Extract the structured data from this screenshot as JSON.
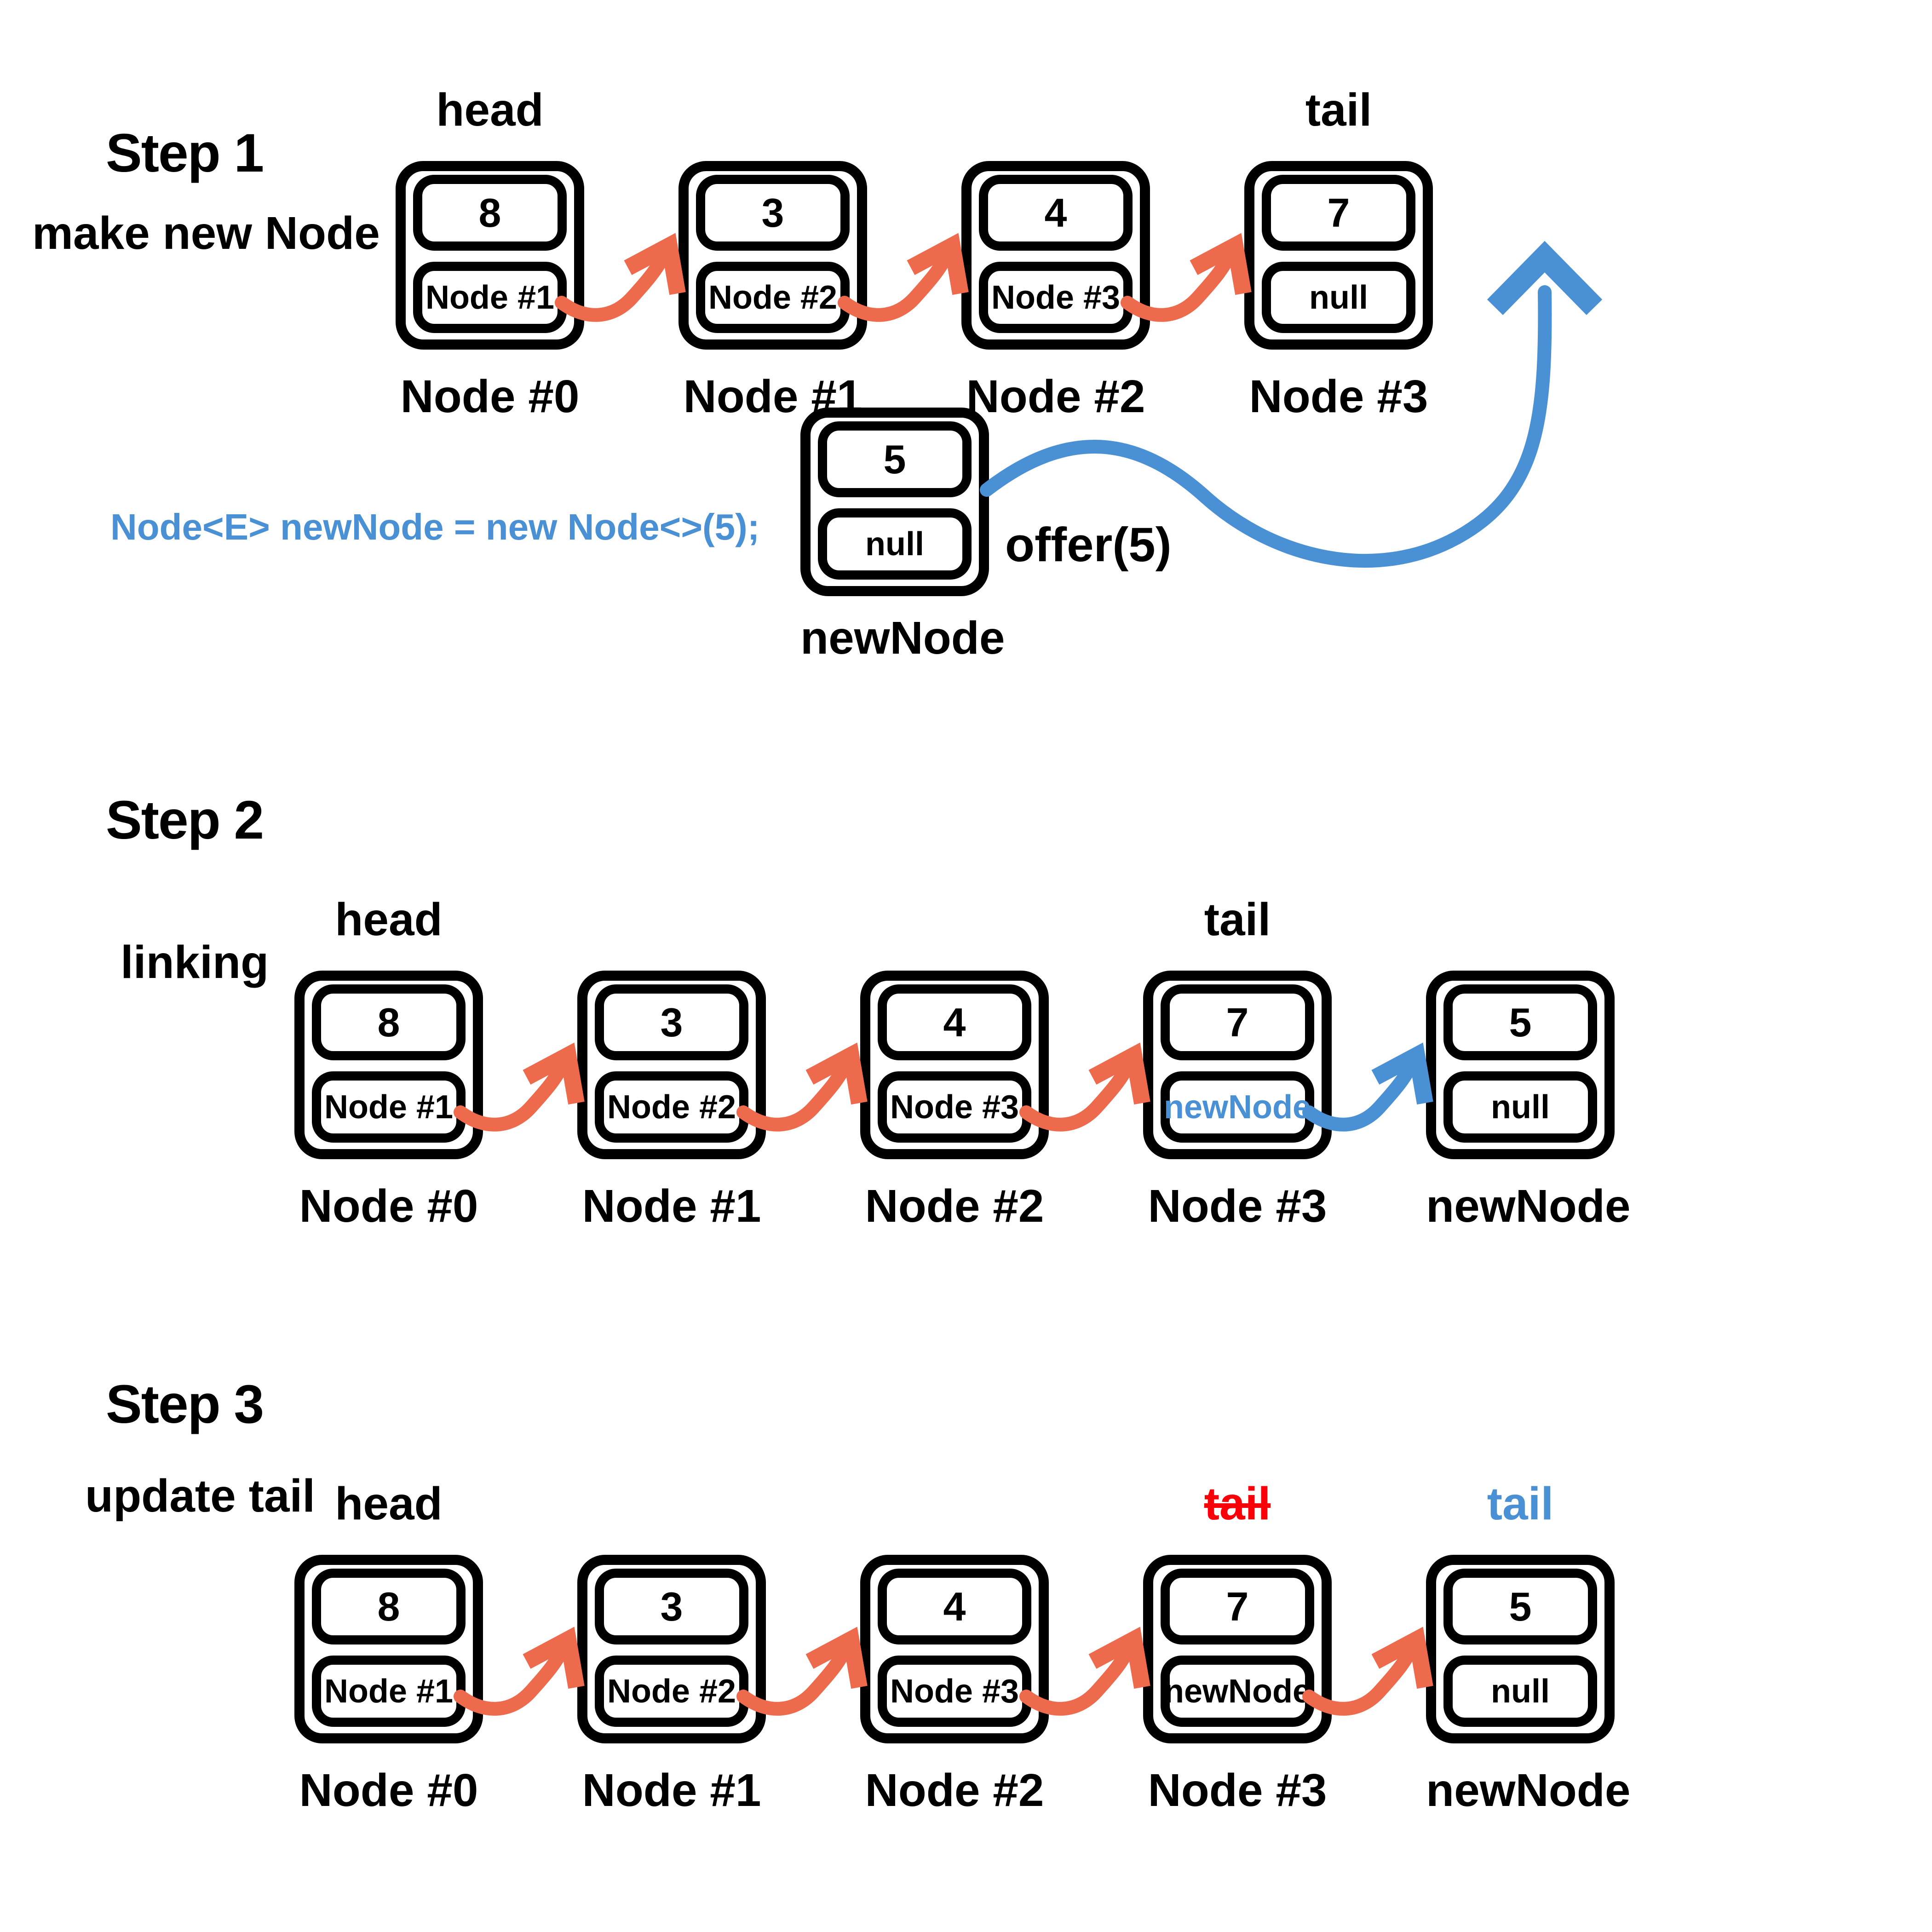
{
  "colors": {
    "orange": "#ED6B4C",
    "blue": "#4A90D5",
    "red": "#FA0008",
    "black": "#000000"
  },
  "step1": {
    "title": "Step 1",
    "subtitle": "make new Node",
    "head_label": "head",
    "tail_label": "tail",
    "nodes": [
      {
        "value": "8",
        "pointer": "Node #1",
        "label": "Node #0"
      },
      {
        "value": "3",
        "pointer": "Node #2",
        "label": "Node #1"
      },
      {
        "value": "4",
        "pointer": "Node #3",
        "label": "Node #2"
      },
      {
        "value": "7",
        "pointer": "null",
        "label": "Node #3"
      }
    ],
    "new_node": {
      "value": "5",
      "pointer": "null",
      "label": "newNode"
    },
    "code": "Node<E> newNode = new Node<>(5);",
    "operation": "offer(5)"
  },
  "step2": {
    "title": "Step 2",
    "subtitle": "linking",
    "head_label": "head",
    "tail_label": "tail",
    "nodes": [
      {
        "value": "8",
        "pointer": "Node #1",
        "label": "Node #0"
      },
      {
        "value": "3",
        "pointer": "Node #2",
        "label": "Node #1"
      },
      {
        "value": "4",
        "pointer": "Node #3",
        "label": "Node #2"
      },
      {
        "value": "7",
        "pointer": "newNode",
        "label": "Node #3",
        "pointer_class": "blue"
      },
      {
        "value": "5",
        "pointer": "null",
        "label": "newNode"
      }
    ]
  },
  "step3": {
    "title": "Step 3",
    "subtitle": "update tail",
    "head_label": "head",
    "old_tail_label": "tail",
    "new_tail_label": "tail",
    "nodes": [
      {
        "value": "8",
        "pointer": "Node #1",
        "label": "Node #0"
      },
      {
        "value": "3",
        "pointer": "Node #2",
        "label": "Node #1"
      },
      {
        "value": "4",
        "pointer": "Node #3",
        "label": "Node #2"
      },
      {
        "value": "7",
        "pointer": "newNode",
        "label": "Node #3"
      },
      {
        "value": "5",
        "pointer": "null",
        "label": "newNode"
      }
    ]
  }
}
